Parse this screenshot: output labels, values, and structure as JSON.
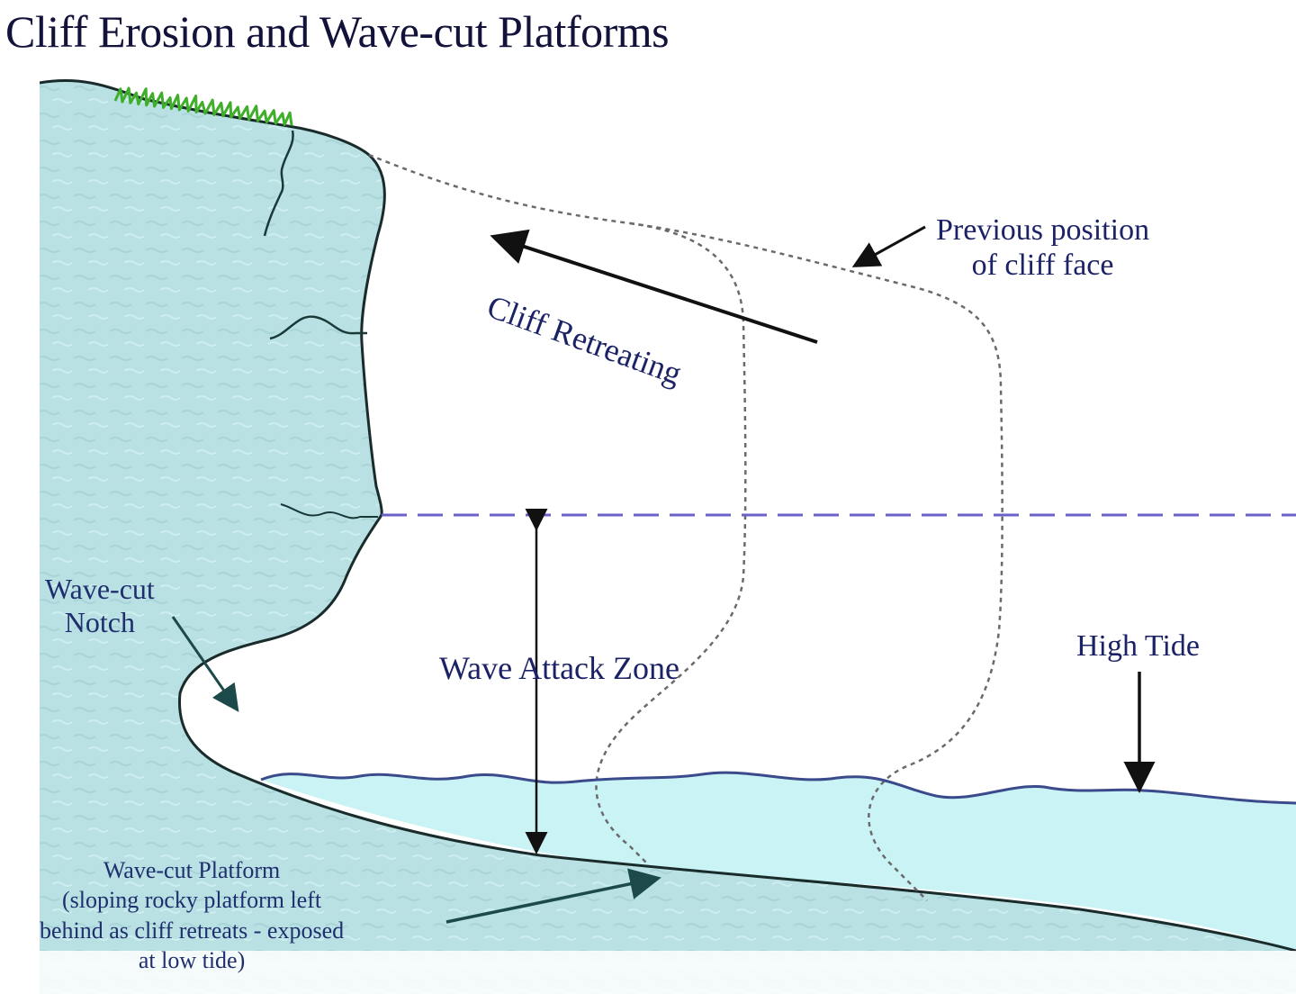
{
  "title": "Cliff Erosion and Wave-cut Platforms",
  "labels": {
    "previous_position": [
      "Previous position",
      "of cliff face"
    ],
    "cliff_retreating": "Cliff Retreating",
    "wave_cut_notch": [
      "Wave-cut",
      "Notch"
    ],
    "wave_attack_zone": "Wave Attack Zone",
    "high_tide": "High Tide",
    "wave_cut_platform": [
      "Wave-cut Platform",
      "(sloping rocky platform left",
      "behind as cliff retreats - exposed",
      "at low tide)"
    ]
  },
  "colors": {
    "rock": "#b8e2e4",
    "water": "#c9f3f5",
    "outline": "#1a2b2b",
    "grass": "#3fae2a",
    "high_tide_line": "#6a62c8",
    "wave_line": "#3a4a8a",
    "previous_cliff": "#666666",
    "text": "#1c2266"
  }
}
